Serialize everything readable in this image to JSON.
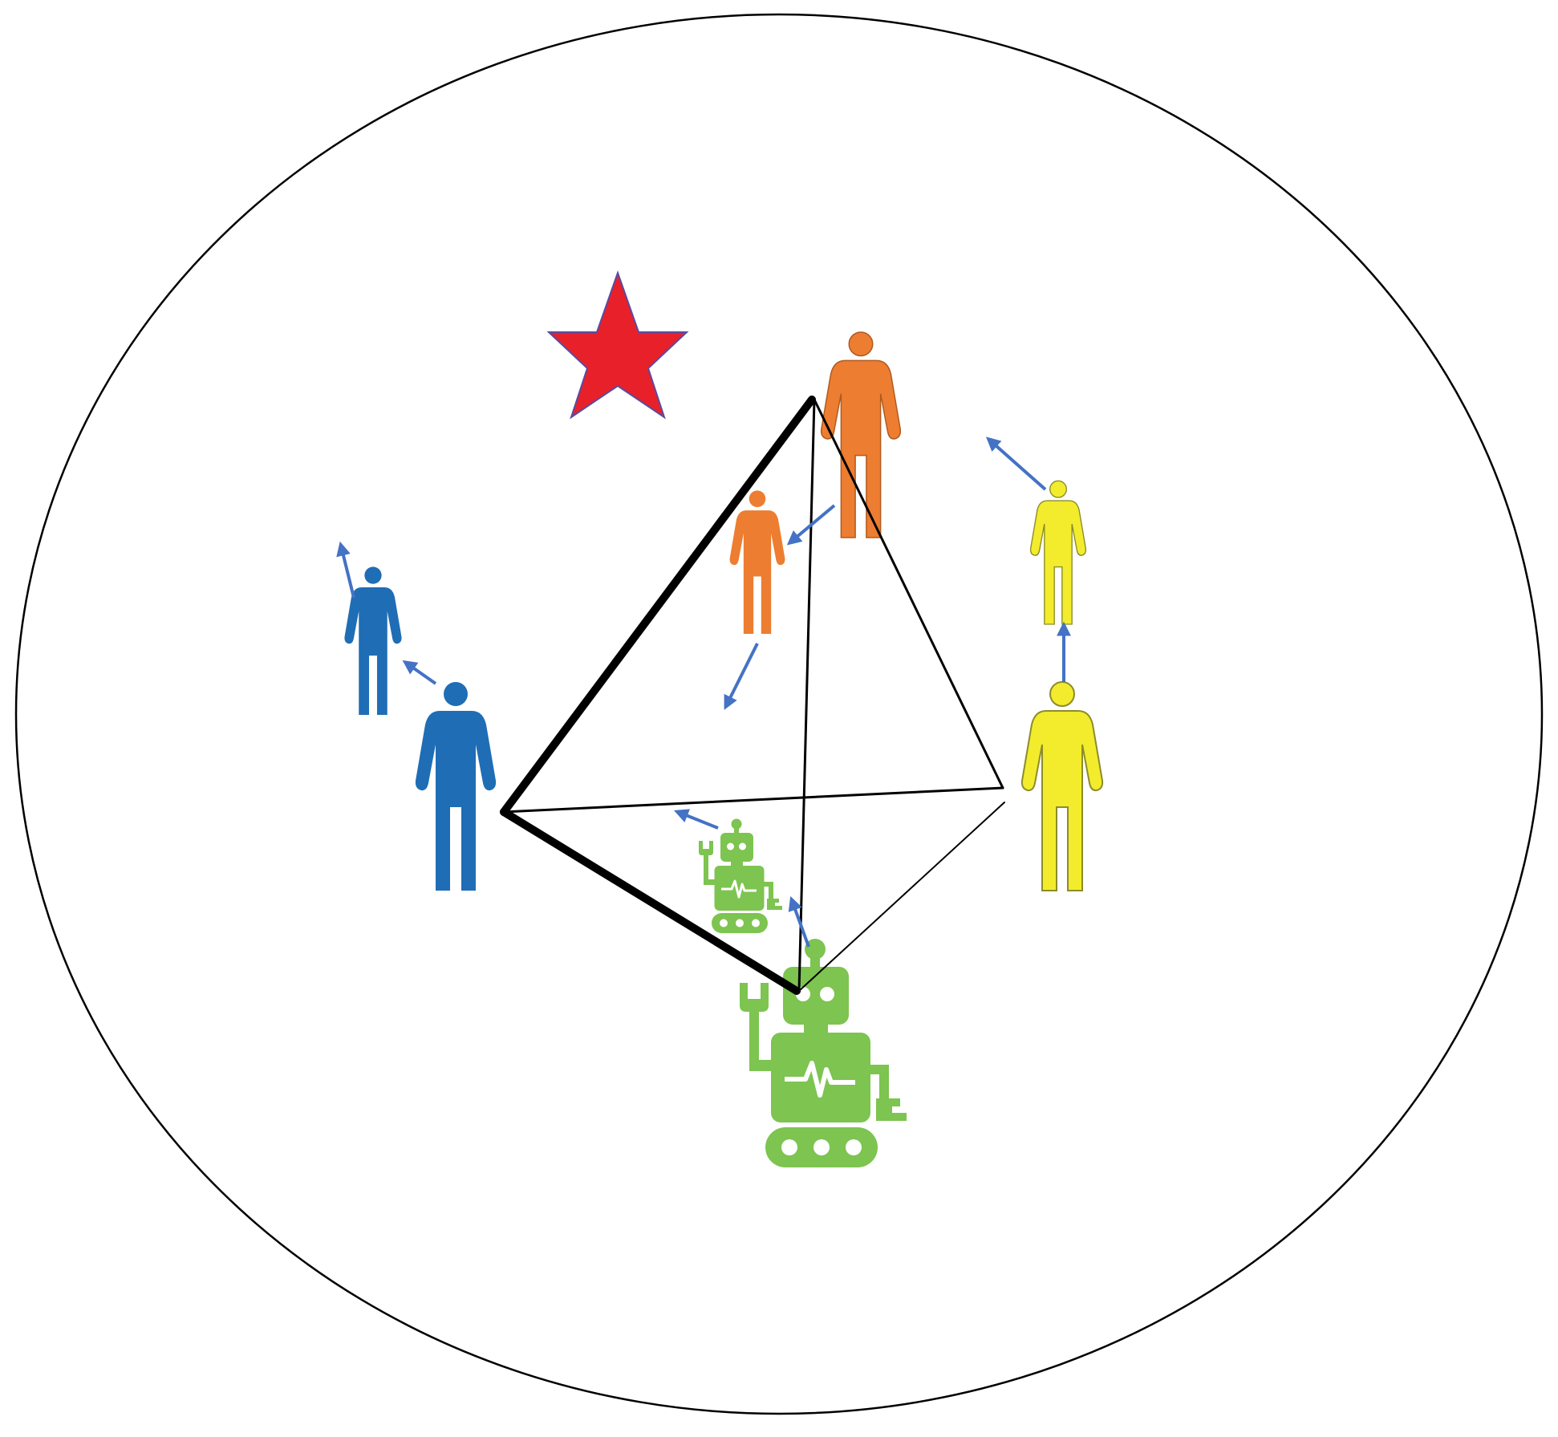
{
  "colors": {
    "boundary": "#000000",
    "link": "#000000",
    "arrow": "#4472C4",
    "target": "#E8202A",
    "blue_agent": "#1F6DB5",
    "orange_agent": "#ED7D31",
    "yellow_agent": "#F2EC2C",
    "yellow_outline": "#8C8C2A",
    "robot": "#7DC450"
  },
  "elements": {
    "boundary": "environment-boundary-circle",
    "target": "star-target-icon",
    "agents": [
      {
        "id": "blue-person-large",
        "icon": "person-icon",
        "color": "blue_agent"
      },
      {
        "id": "blue-person-small",
        "icon": "person-icon",
        "color": "blue_agent"
      },
      {
        "id": "orange-person-large",
        "icon": "person-icon",
        "color": "orange_agent"
      },
      {
        "id": "orange-person-small",
        "icon": "person-icon",
        "color": "orange_agent"
      },
      {
        "id": "yellow-person-large",
        "icon": "person-icon",
        "color": "yellow_agent"
      },
      {
        "id": "yellow-person-small",
        "icon": "person-icon",
        "color": "yellow_agent"
      },
      {
        "id": "robot-large",
        "icon": "robot-icon",
        "color": "robot"
      },
      {
        "id": "robot-small",
        "icon": "robot-icon",
        "color": "robot"
      }
    ],
    "links": [
      {
        "from": "blue-person-large",
        "to": "orange-person-large",
        "weight": "thick"
      },
      {
        "from": "blue-person-large",
        "to": "robot-large",
        "weight": "thick"
      },
      {
        "from": "blue-person-large",
        "to": "yellow-person-large",
        "weight": "thin"
      },
      {
        "from": "orange-person-large",
        "to": "robot-large",
        "weight": "thin"
      },
      {
        "from": "orange-person-large",
        "to": "yellow-person-large",
        "weight": "thin"
      },
      {
        "from": "robot-large",
        "to": "yellow-person-large",
        "weight": "thin"
      }
    ]
  }
}
